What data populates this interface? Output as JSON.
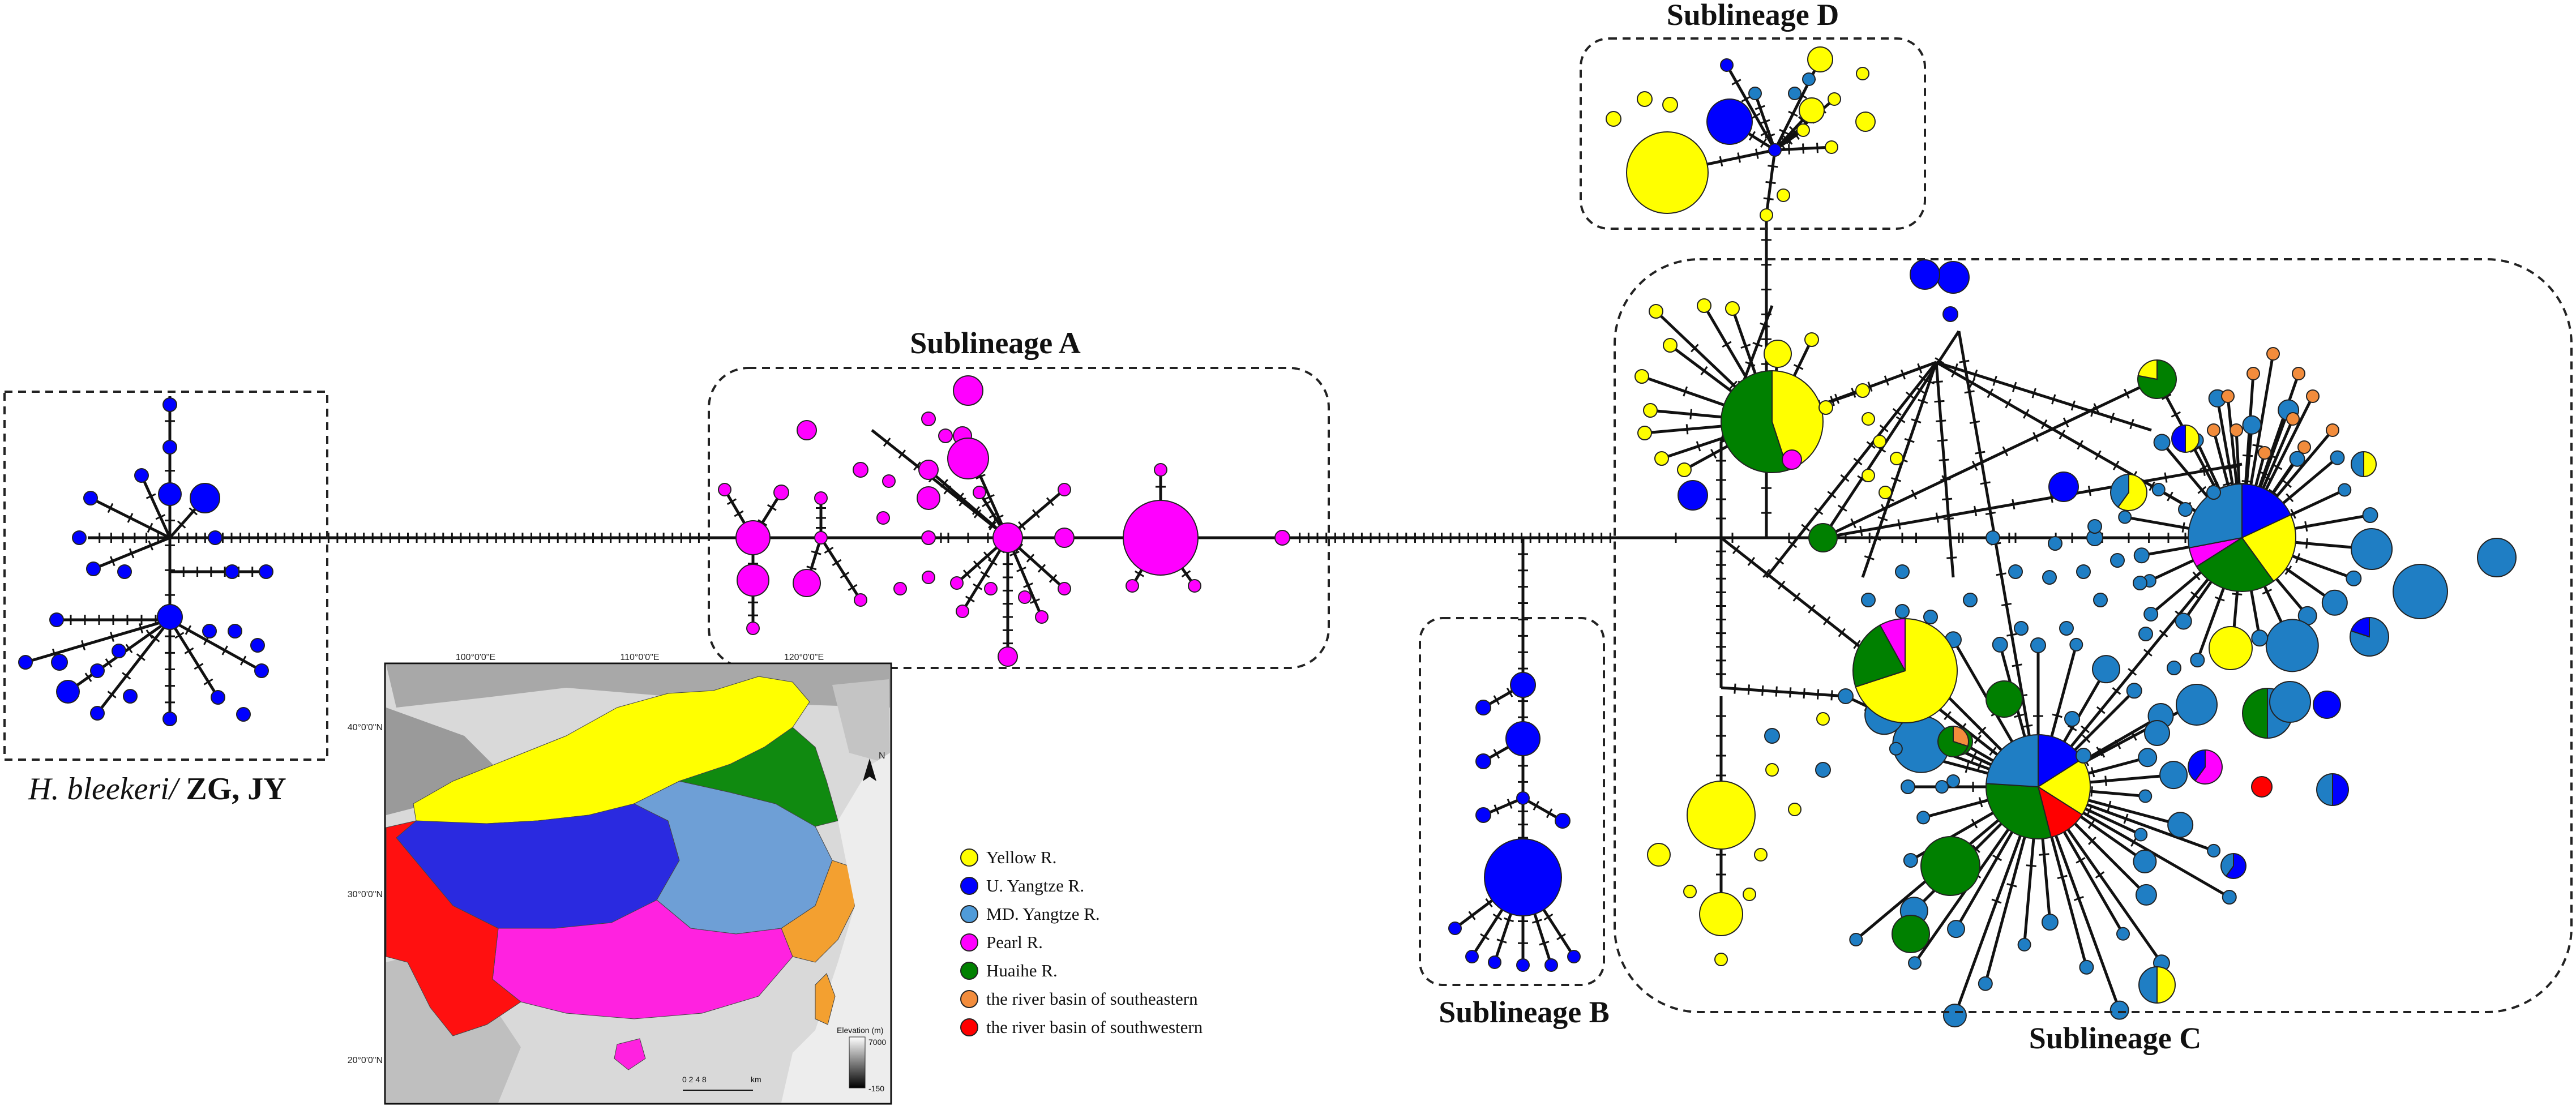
{
  "figure": {
    "sublineage_labels": {
      "a": "Sublineage A",
      "b": "Sublineage B",
      "c": "Sublineage C",
      "d": "Sublineage D"
    },
    "outgroup_label": {
      "species": "H. bleekeri/",
      "codes": " ZG, JY"
    }
  },
  "legend": {
    "items": [
      {
        "label": "Yellow R.",
        "color": "#ffff00"
      },
      {
        "label": "U. Yangtze R.",
        "color": "#0000ff"
      },
      {
        "label": "MD. Yangtze R.",
        "color": "#4f9bd9"
      },
      {
        "label": "Pearl R.",
        "color": "#ff00ff"
      },
      {
        "label": "Huaihe R.",
        "color": "#008000"
      },
      {
        "label": "the river basin of southeastern",
        "color": "#f28c3c"
      },
      {
        "label": "the river basin of southwestern",
        "color": "#ff0000"
      }
    ]
  },
  "map": {
    "lon_ticks": [
      "100°0'0\"E",
      "110°0'0\"E",
      "120°0'0\"E"
    ],
    "lat_ticks": [
      "40°0'0\"N",
      "30°0'0\"N",
      "20°0'0\"N"
    ],
    "north": "N",
    "elevation_title": "Elevation (m)",
    "elevation_max": "7000",
    "elevation_min": "-150",
    "scale_numbers": "0  2  4       8",
    "scale_unit": "km"
  }
}
